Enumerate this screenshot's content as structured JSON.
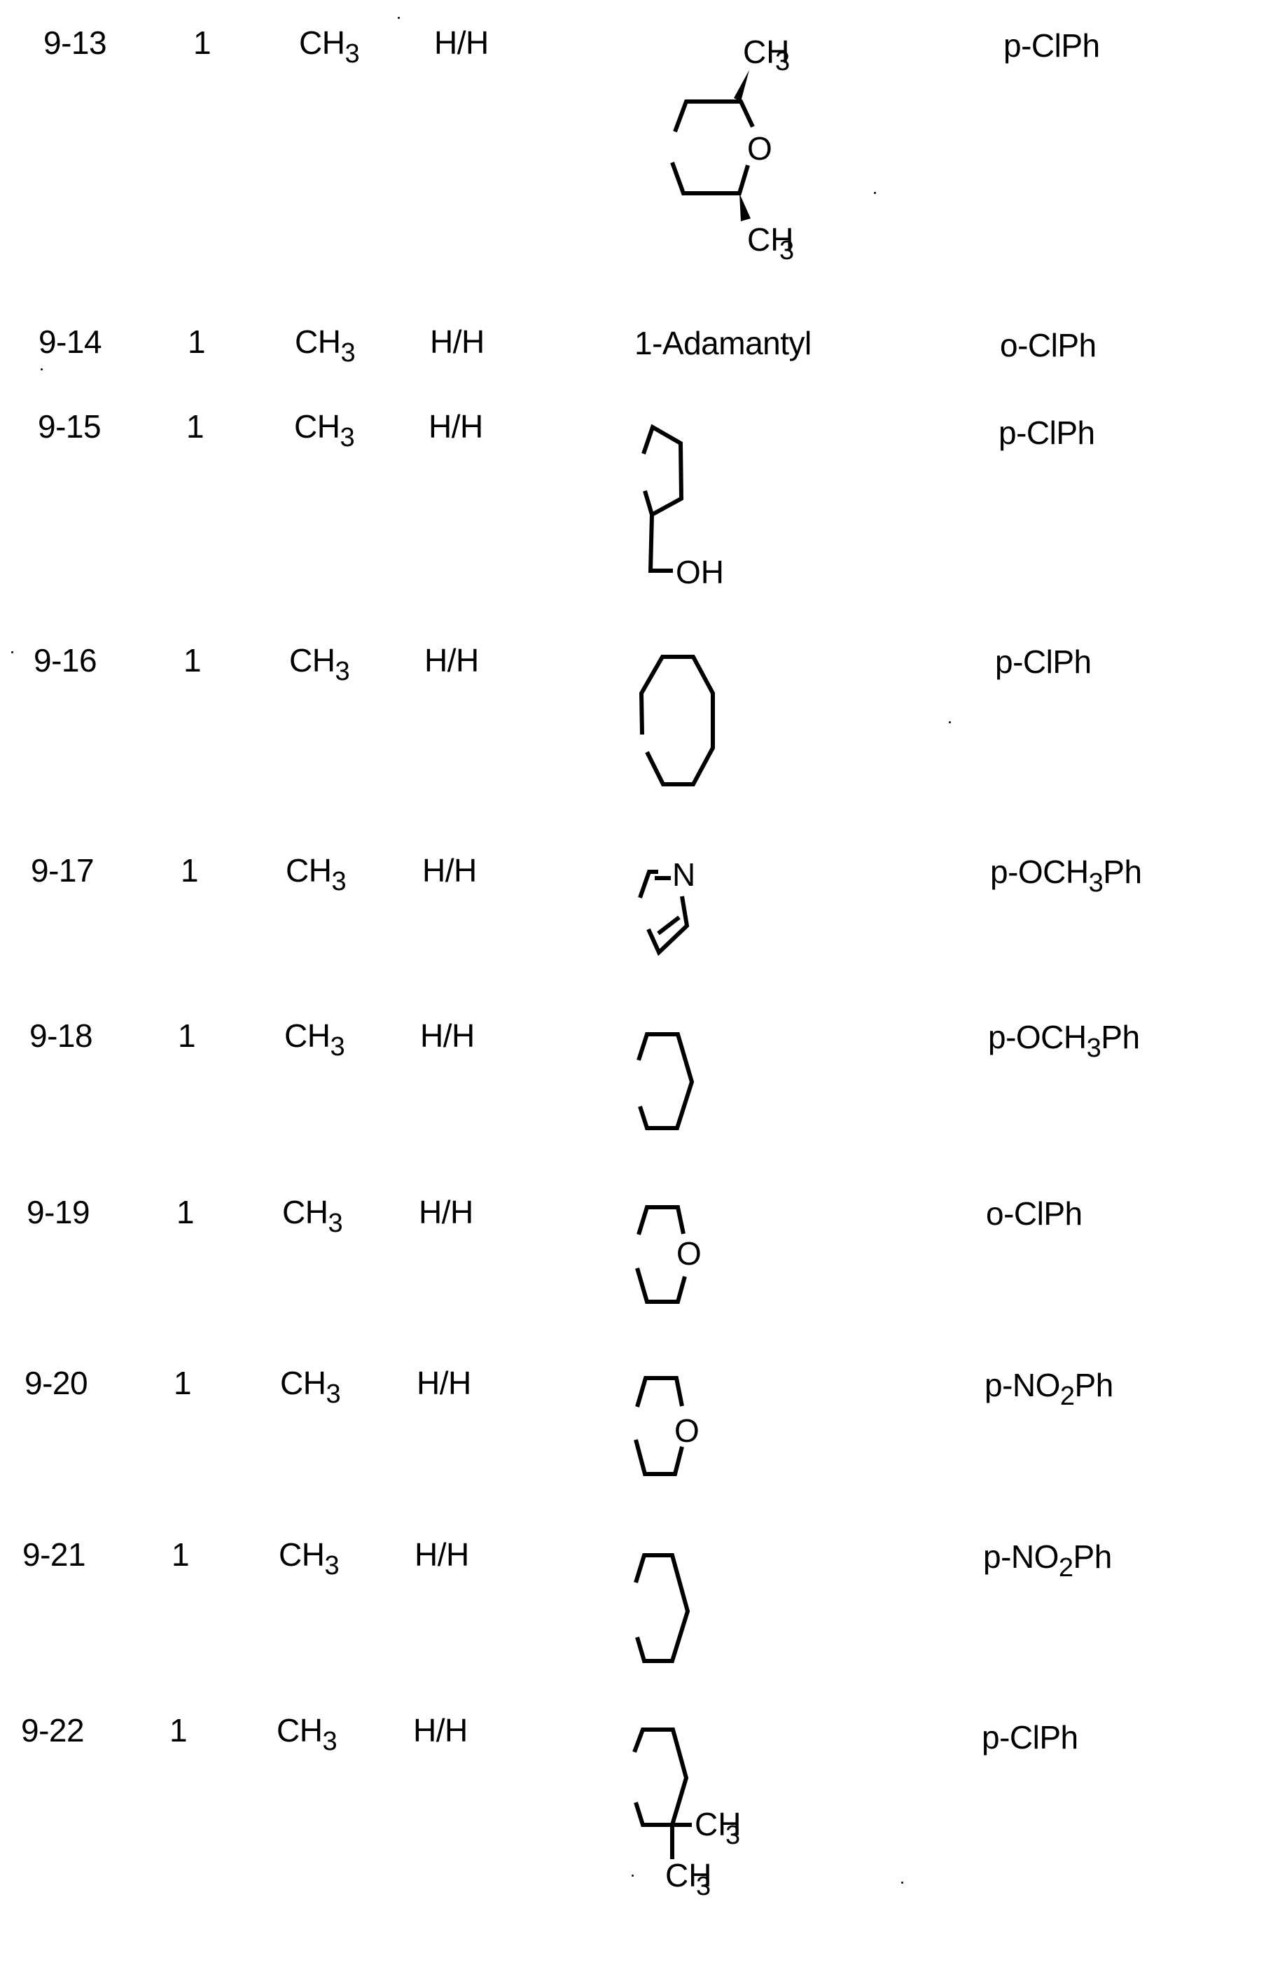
{
  "table": {
    "rows": [
      {
        "id": "9-13",
        "n": "1",
        "r1": {
          "base": "CH",
          "sub": "3"
        },
        "r2": "H/H",
        "ring": {
          "type": "structure",
          "name": "cis-2,6-dimethyltetrahydropyranyl",
          "labels": [
            "CH",
            "3",
            "O",
            "CH",
            "3"
          ]
        },
        "ar": {
          "prefix": "p-ClPh",
          "sub": "",
          "suffix": ""
        }
      },
      {
        "id": "9-14",
        "n": "1",
        "r1": {
          "base": "CH",
          "sub": "3"
        },
        "r2": "H/H",
        "ring": {
          "type": "text",
          "name": "1-Adamantyl",
          "labels": []
        },
        "ar": {
          "prefix": "o-ClPh",
          "sub": "",
          "suffix": ""
        }
      },
      {
        "id": "9-15",
        "n": "1",
        "r1": {
          "base": "CH",
          "sub": "3"
        },
        "r2": "H/H",
        "ring": {
          "type": "structure",
          "name": "2-(hydroxymethyl)cyclopentyl",
          "labels": [
            "OH"
          ]
        },
        "ar": {
          "prefix": "p-ClPh",
          "sub": "",
          "suffix": ""
        }
      },
      {
        "id": "9-16",
        "n": "1",
        "r1": {
          "base": "CH",
          "sub": "3"
        },
        "r2": "H/H",
        "ring": {
          "type": "structure",
          "name": "cyclooctyl",
          "labels": []
        },
        "ar": {
          "prefix": "p-ClPh",
          "sub": "",
          "suffix": ""
        }
      },
      {
        "id": "9-17",
        "n": "1",
        "r1": {
          "base": "CH",
          "sub": "3"
        },
        "r2": "H/H",
        "ring": {
          "type": "structure",
          "name": "pyrrolinyl",
          "labels": [
            "N"
          ]
        },
        "ar": {
          "prefix": "p-OCH",
          "sub": "3",
          "suffix": "Ph"
        }
      },
      {
        "id": "9-18",
        "n": "1",
        "r1": {
          "base": "CH",
          "sub": "3"
        },
        "r2": "H/H",
        "ring": {
          "type": "structure",
          "name": "cyclohexyl",
          "labels": []
        },
        "ar": {
          "prefix": "p-OCH",
          "sub": "3",
          "suffix": "Ph"
        }
      },
      {
        "id": "9-19",
        "n": "1",
        "r1": {
          "base": "CH",
          "sub": "3"
        },
        "r2": "H/H",
        "ring": {
          "type": "structure",
          "name": "tetrahydropyranyl",
          "labels": [
            "O"
          ]
        },
        "ar": {
          "prefix": "o-ClPh",
          "sub": "",
          "suffix": ""
        }
      },
      {
        "id": "9-20",
        "n": "1",
        "r1": {
          "base": "CH",
          "sub": "3"
        },
        "r2": "H/H",
        "ring": {
          "type": "structure",
          "name": "tetrahydropyranyl",
          "labels": [
            "O"
          ]
        },
        "ar": {
          "prefix": "p-NO",
          "sub": "2",
          "suffix": "Ph"
        }
      },
      {
        "id": "9-21",
        "n": "1",
        "r1": {
          "base": "CH",
          "sub": "3"
        },
        "r2": "H/H",
        "ring": {
          "type": "structure",
          "name": "cyclohexyl",
          "labels": []
        },
        "ar": {
          "prefix": "p-NO",
          "sub": "2",
          "suffix": "Ph"
        }
      },
      {
        "id": "9-22",
        "n": "1",
        "r1": {
          "base": "CH",
          "sub": "3"
        },
        "r2": "H/H",
        "ring": {
          "type": "structure",
          "name": "2,2-dimethylcyclohexyl",
          "labels": [
            "CH",
            "3",
            "CH",
            "3"
          ]
        },
        "ar": {
          "prefix": "p-ClPh",
          "sub": "",
          "suffix": ""
        }
      }
    ]
  }
}
